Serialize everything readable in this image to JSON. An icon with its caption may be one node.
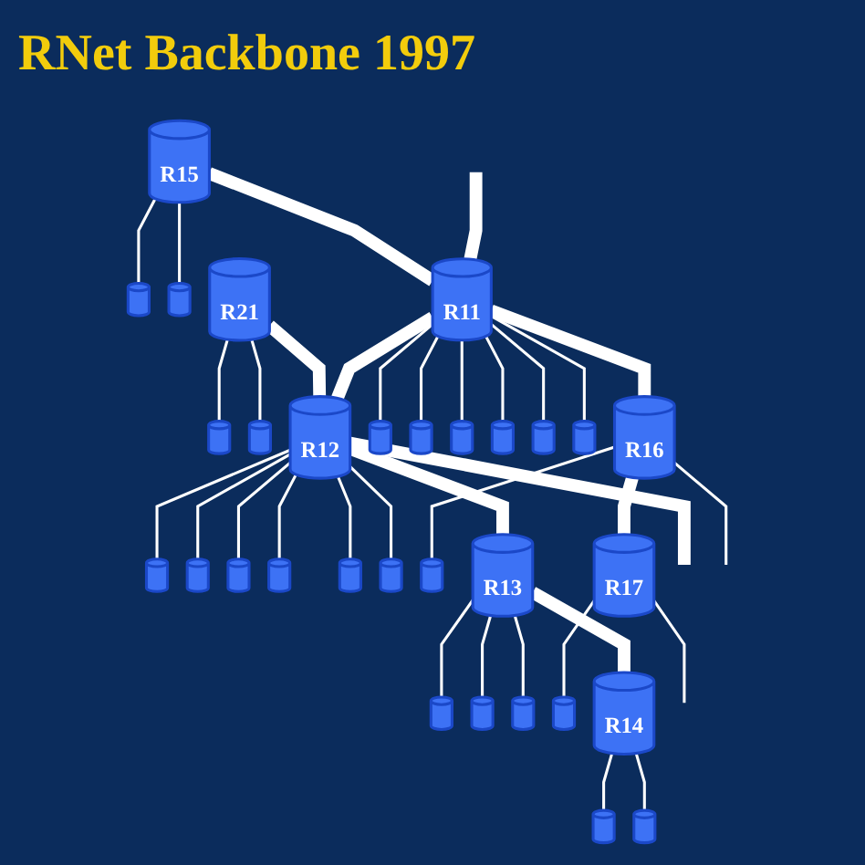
{
  "diagram": {
    "title": "RNet Backbone 1997",
    "nodes": [
      {
        "text": [
          "R15"
        ]
      },
      {
        "text": [],
        "shape": "cylinder"
      },
      {
        "text": [],
        "shape": "cylinder"
      },
      {
        "text": [
          "R21"
        ]
      },
      {
        "text": [],
        "shape": "cylinder"
      },
      {
        "text": [],
        "shape": "cylinder"
      },
      {
        "text": [
          "R11"
        ]
      },
      {
        "text": [
          "R12"
        ]
      },
      {
        "text": [],
        "shape": "cylinder"
      },
      {
        "text": [],
        "shape": "cylinder"
      },
      {
        "text": [],
        "shape": "cylinder"
      },
      {
        "text": [],
        "shape": "cylinder"
      },
      {
        "text": [],
        "shape": "cylinder"
      },
      {
        "text": [],
        "shape": "cylinder"
      },
      {
        "text": [],
        "shape": "cylinder"
      },
      {
        "text": [],
        "shape": "cylinder"
      },
      {
        "text": [],
        "shape": "cylinder"
      },
      {
        "text": [],
        "shape": "cylinder"
      },
      {
        "text": [],
        "shape": "cylinder"
      },
      {
        "text": [],
        "shape": "cylinder"
      },
      {
        "text": [
          "R16"
        ]
      },
      {
        "text": [],
        "shape": "cylinder"
      },
      {
        "text": [
          "R13"
        ]
      },
      {
        "text": [],
        "shape": "cylinder"
      },
      {
        "text": [],
        "shape": "cylinder"
      },
      {
        "text": [],
        "shape": "cylinder"
      },
      {
        "text": [
          "R17"
        ]
      },
      {
        "text": [],
        "shape": "cylinder"
      },
      {
        "text": [
          "R14"
        ]
      },
      {
        "text": [],
        "shape": "cylinder"
      },
      {
        "text": [],
        "shape": "cylinder"
      }
    ],
    "edges": [
      {
        "from": null,
        "to": 6,
        "arrow": "none",
        "style": "thick"
      },
      {
        "from": 6,
        "to": 7,
        "arrow": "none",
        "style": "thick"
      },
      {
        "from": 7,
        "to": null,
        "arrow": "none",
        "style": "thick"
      },
      {
        "from": 0,
        "to": 6,
        "arrow": "none",
        "style": "thick"
      },
      {
        "from": 3,
        "to": 7,
        "arrow": "none",
        "style": "thick"
      },
      {
        "from": 0,
        "to": 1,
        "arrow": "none"
      },
      {
        "from": 0,
        "to": 2,
        "arrow": "none"
      },
      {
        "from": 3,
        "to": 4,
        "arrow": "none"
      },
      {
        "from": 3,
        "to": 5,
        "arrow": "none"
      },
      {
        "from": 6,
        "to": 8,
        "arrow": "none"
      },
      {
        "from": 6,
        "to": 9,
        "arrow": "none"
      },
      {
        "from": 6,
        "to": 10,
        "arrow": "none"
      },
      {
        "from": 6,
        "to": 11,
        "arrow": "none"
      },
      {
        "from": 6,
        "to": 12,
        "arrow": "none"
      },
      {
        "from": 6,
        "to": 13,
        "arrow": "none"
      },
      {
        "from": 7,
        "to": 14,
        "arrow": "none"
      },
      {
        "from": 7,
        "to": 15,
        "arrow": "none"
      },
      {
        "from": 7,
        "to": 16,
        "arrow": "none"
      },
      {
        "from": 7,
        "to": 17,
        "arrow": "none"
      },
      {
        "from": 7,
        "to": 18,
        "arrow": "none"
      },
      {
        "from": 7,
        "to": 19,
        "arrow": "none"
      },
      {
        "from": 6,
        "to": 20,
        "arrow": "none",
        "style": "thick"
      },
      {
        "from": 20,
        "to": 21,
        "arrow": "none"
      },
      {
        "from": 20,
        "to": null,
        "arrow": "none"
      },
      {
        "from": 7,
        "to": 22,
        "arrow": "none",
        "style": "thick"
      },
      {
        "from": 22,
        "to": 23,
        "arrow": "none"
      },
      {
        "from": 22,
        "to": 24,
        "arrow": "none"
      },
      {
        "from": 22,
        "to": 25,
        "arrow": "none"
      },
      {
        "from": 20,
        "to": 26,
        "arrow": "none",
        "style": "thick"
      },
      {
        "from": 26,
        "to": 27,
        "arrow": "none"
      },
      {
        "from": 26,
        "to": null,
        "arrow": "none"
      },
      {
        "from": 22,
        "to": 28,
        "arrow": "none",
        "style": "thick"
      },
      {
        "from": 28,
        "to": 29,
        "arrow": "none"
      },
      {
        "from": 28,
        "to": 30,
        "arrow": "none"
      }
    ]
  }
}
